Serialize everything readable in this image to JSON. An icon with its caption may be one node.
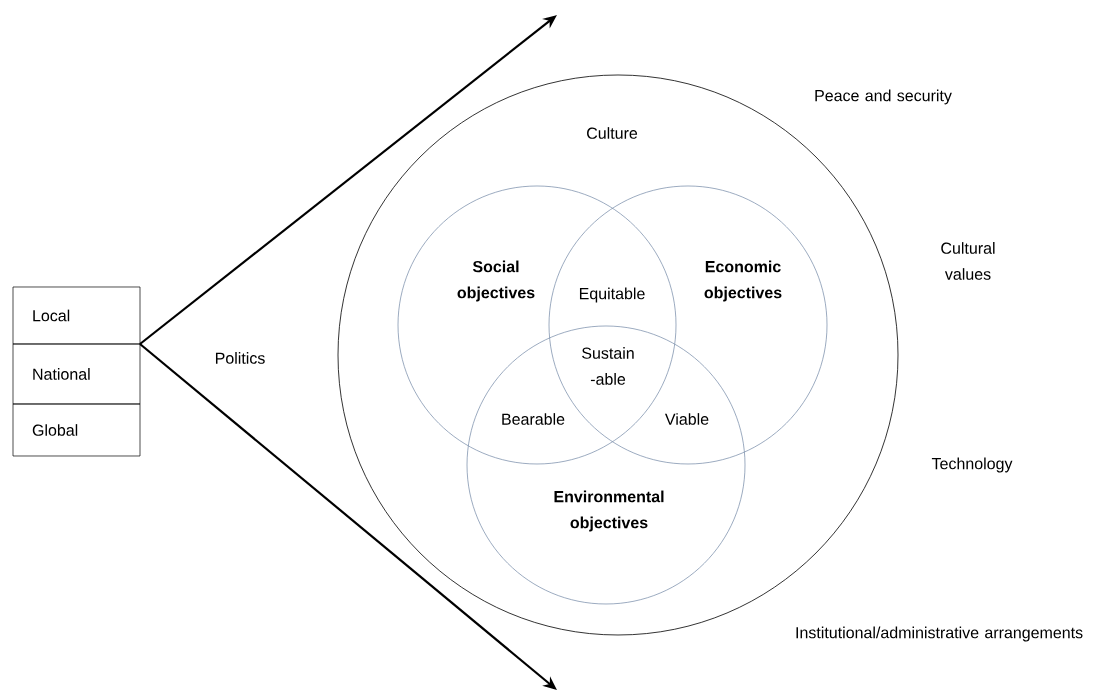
{
  "diagram": {
    "nodes": [
      {
        "text": [
          "Culture"
        ]
      },
      {
        "text": [
          "Social objectives"
        ],
        "in": 0
      },
      {
        "text": [
          "Economic objectives"
        ],
        "in": 0
      },
      {
        "text": [
          "Environmental objectives"
        ],
        "in": 0
      },
      {
        "text": [
          "Local"
        ]
      },
      {
        "text": [
          "National"
        ]
      },
      {
        "text": [
          "Global"
        ]
      }
    ],
    "edges": [
      {
        "from": 5,
        "to": null,
        "arrow": "to"
      },
      {
        "from": 5,
        "to": null,
        "arrow": "to"
      }
    ],
    "labels": [
      "Peace and security",
      "Cultural values",
      "Equitable",
      "Politics",
      "Sustain -able",
      "Bearable",
      "Viable",
      "Technology",
      "Institutional/administrative arrangements"
    ]
  }
}
